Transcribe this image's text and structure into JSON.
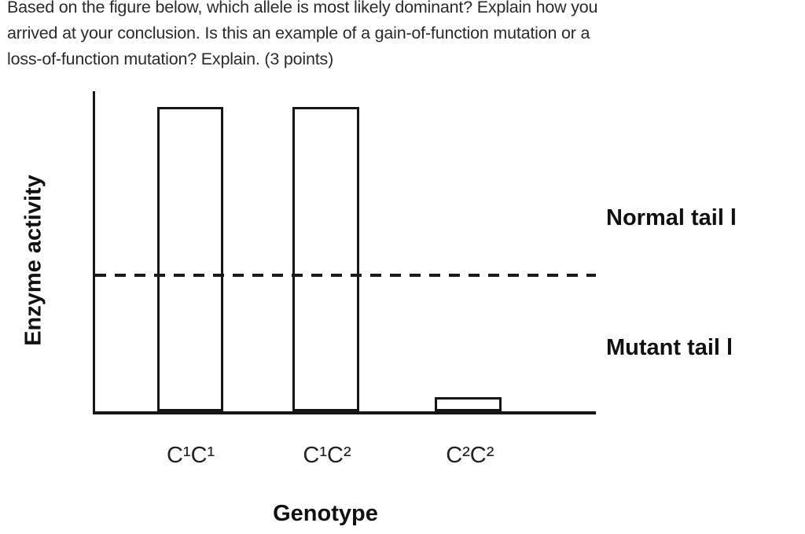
{
  "question": {
    "lines": [
      "Based on the figure below, which allele is most likely dominant? Explain how you",
      "arrived at your conclusion. Is this an example of a gain-of-function mutation or a",
      "loss-of-function mutation? Explain. (3 points)"
    ]
  },
  "chart_data": {
    "type": "bar",
    "title": "",
    "xlabel": "Genotype",
    "ylabel": "Enzyme activity",
    "categories": [
      "C¹C¹",
      "C¹C²",
      "C²C²"
    ],
    "values": [
      0.95,
      0.95,
      0.045
    ],
    "ylim": [
      0,
      1
    ],
    "y_axis_tick_labels": [],
    "grid": false,
    "legend_position": "none",
    "bar_fill": "transparent",
    "bar_outline_color": "#161616",
    "bar_centers_frac": [
      0.19,
      0.461,
      0.745
    ],
    "bar_width_frac": 0.133,
    "reference_line": {
      "value": 0.42,
      "style": "dashed",
      "color": "#1a1a1a",
      "label_above": "Normal tail l",
      "label_below": "Mutant tail l"
    }
  },
  "colors": {
    "background": "#ffffff",
    "question_text": "#2b2b2b",
    "chart_ink": "#161616"
  }
}
